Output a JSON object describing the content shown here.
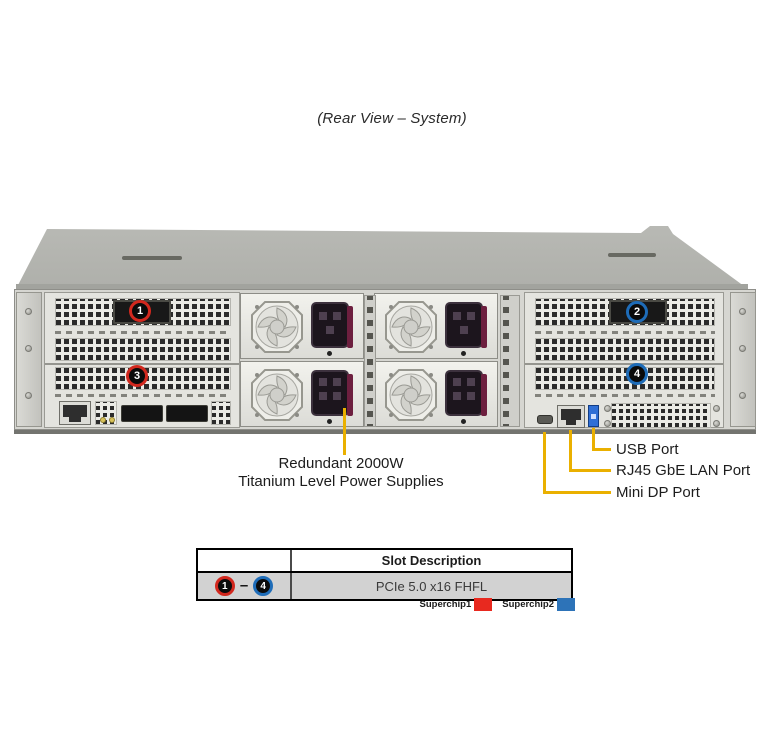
{
  "title": "(Rear View – System)",
  "callouts": {
    "s1": {
      "number": "1",
      "color": "#d2281e"
    },
    "s2": {
      "number": "2",
      "color": "#1e6cb8"
    },
    "s3": {
      "number": "3",
      "color": "#d2281e"
    },
    "s4": {
      "number": "4",
      "color": "#1e6cb8"
    }
  },
  "labels": {
    "psu_line1": "Redundant 2000W",
    "psu_line2": "Titanium Level Power Supplies",
    "usb": "USB Port",
    "lan": "RJ45 GbE LAN Port",
    "minidp": "Mini DP Port"
  },
  "table": {
    "header": "Slot Description",
    "range_start": "1",
    "range_dash": "–",
    "range_end": "4",
    "rows": [
      {
        "slots": "1 – 4",
        "description": "PCIe 5.0 x16 FHFL"
      }
    ]
  },
  "legend": [
    {
      "label": "Superchip1",
      "color": "#e8291f"
    },
    {
      "label": "Superchip2",
      "color": "#2d73b8"
    }
  ],
  "colors": {
    "leader_line": "#eab000",
    "callout_red": "#d2281e",
    "callout_blue": "#1e6cb8",
    "table_row_bg": "#d2d2d2"
  }
}
